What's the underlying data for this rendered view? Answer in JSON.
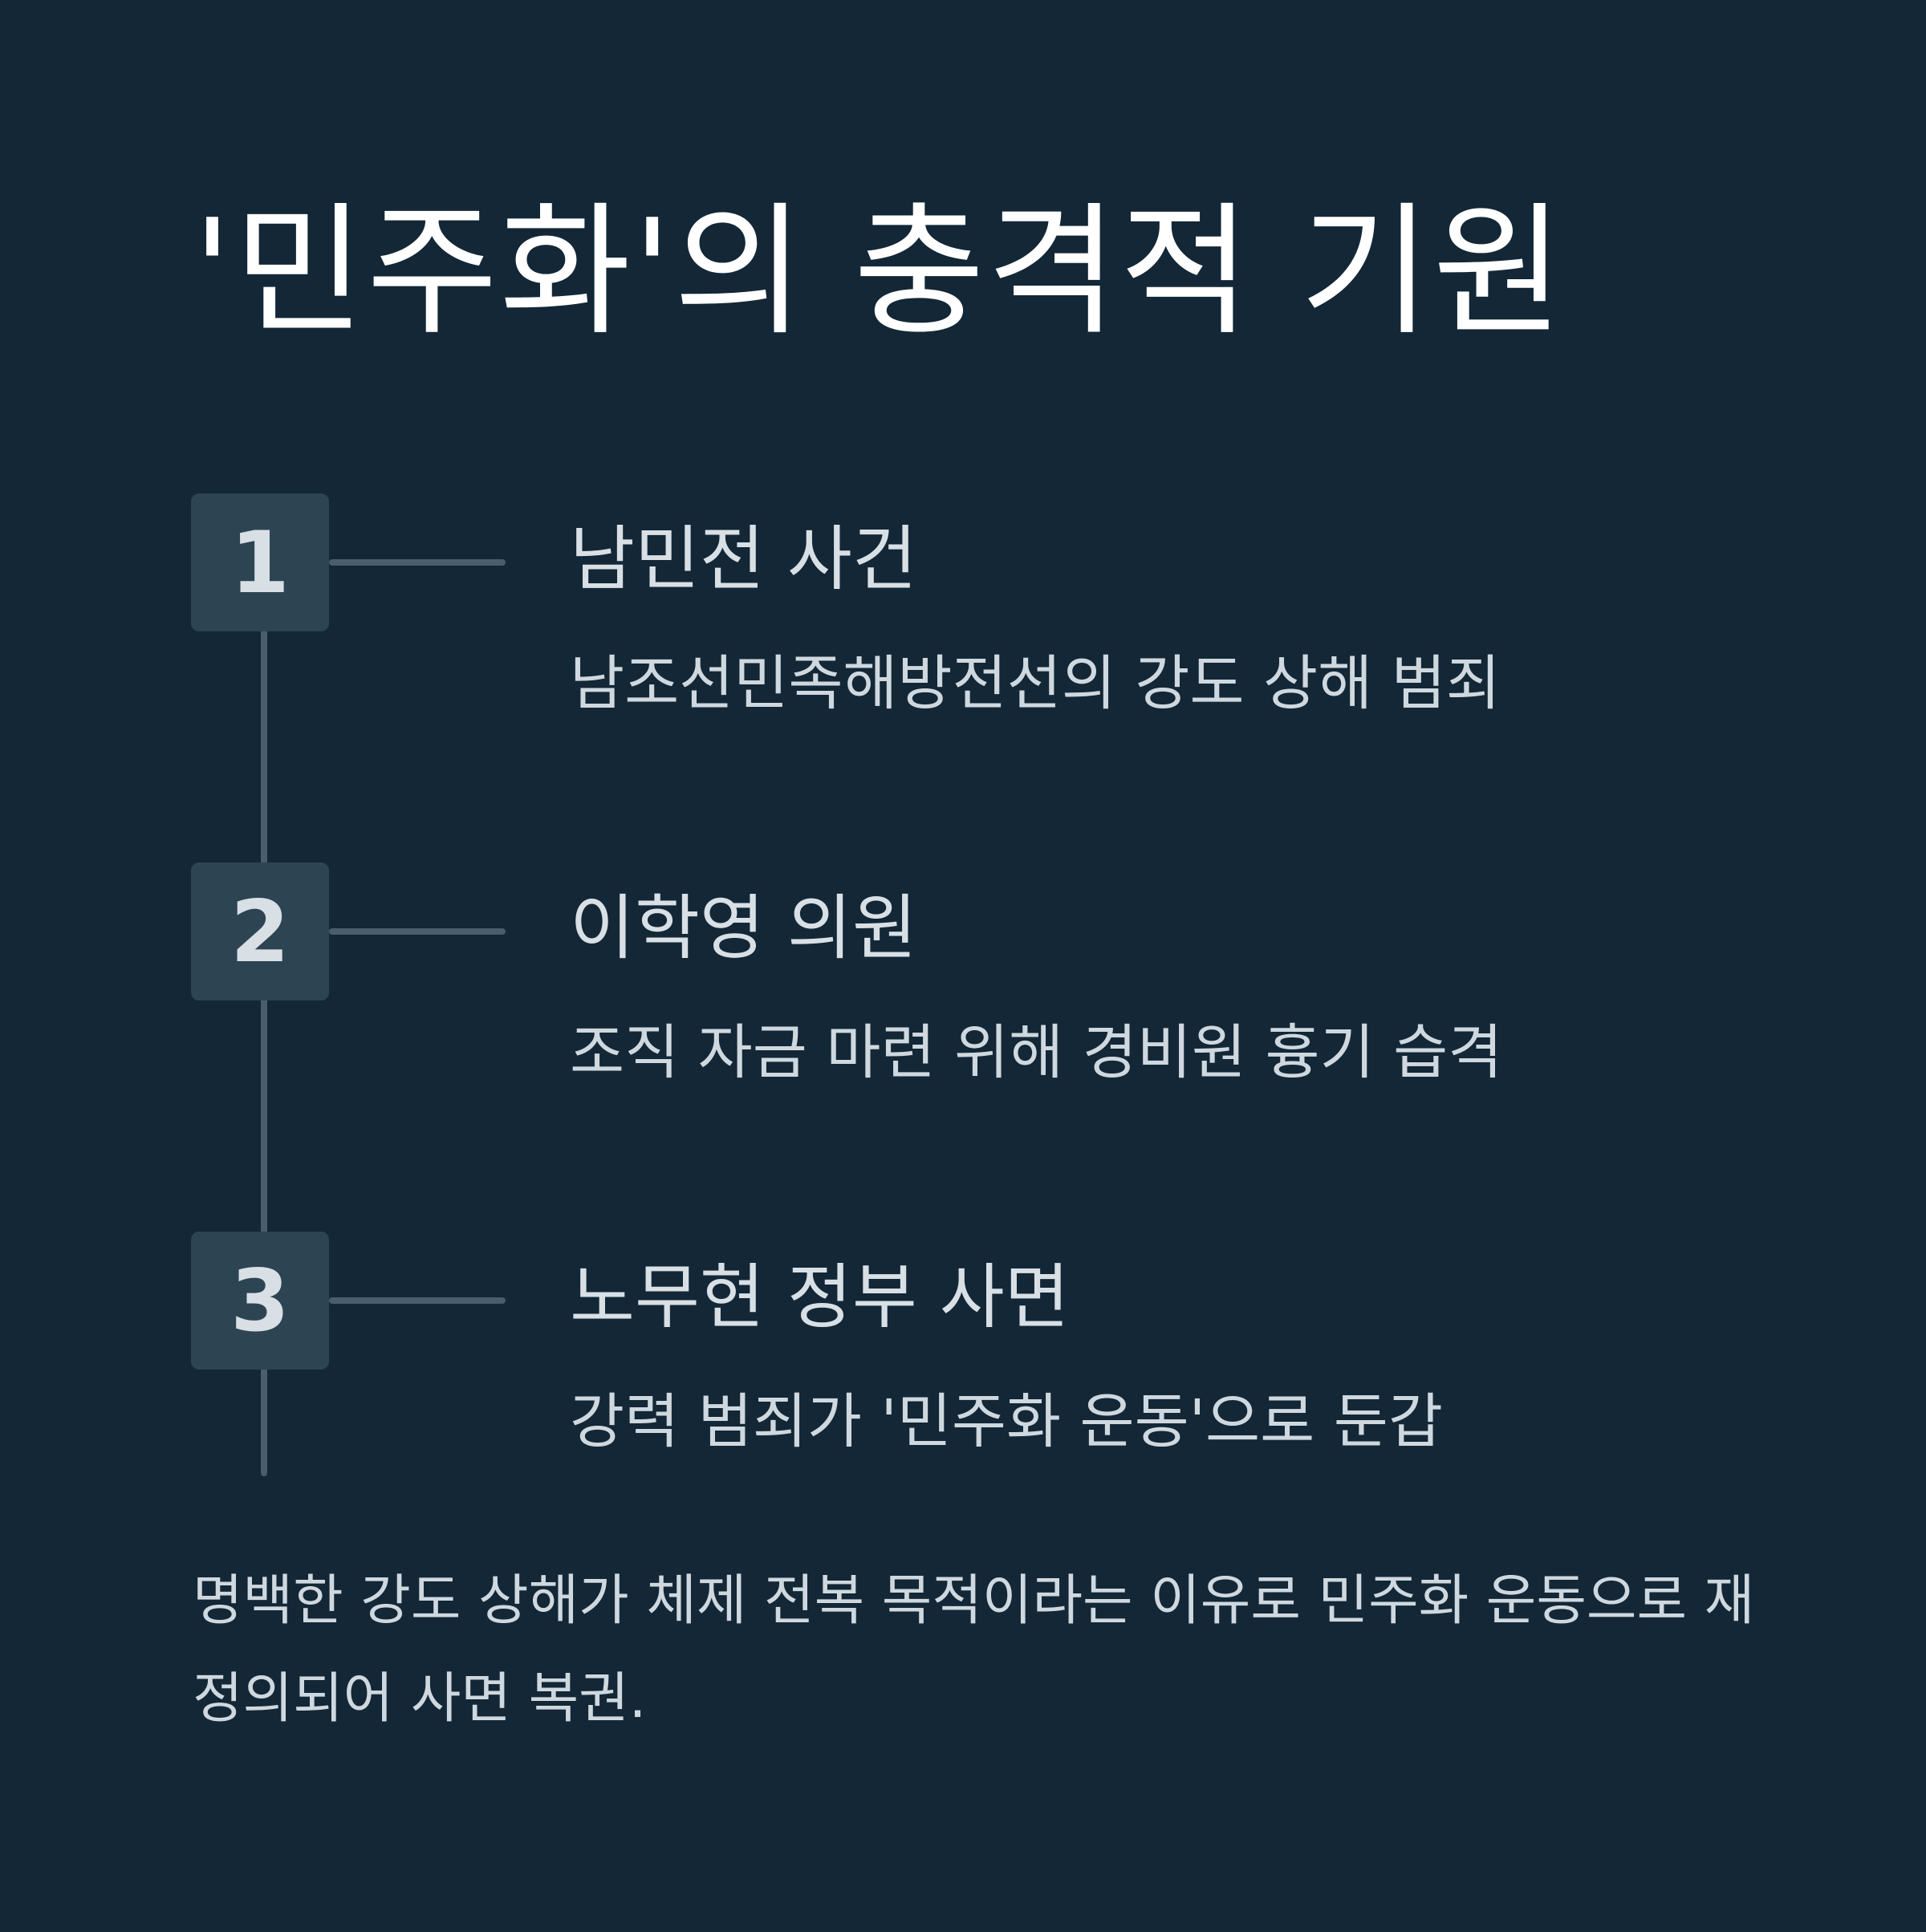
{
  "title": "'민주화'의 충격적 기원",
  "steps": [
    {
      "number": "1",
      "title": "남민전 사건",
      "description": "남조선민족해방전선의 강도 상해 범죄"
    },
    {
      "number": "2",
      "title": "이학영 의원",
      "description": "조직 자금 마련 위해 경비원 흉기 습격"
    },
    {
      "number": "3",
      "title": "노무현 정부 사면",
      "description": "강력 범죄가 '민주화 운동'으로 둔갑"
    }
  ],
  "summary": "명백한 강도 상해가 체제 전복 목적이라는 이유로 민주화 운동으로 재정의되어 사면 복권.",
  "colors": {
    "background": "#132736",
    "badge": "#2d4453",
    "line": "#4a5d6c",
    "title_text": "#ffffff",
    "body_text": "#cfd8df"
  }
}
